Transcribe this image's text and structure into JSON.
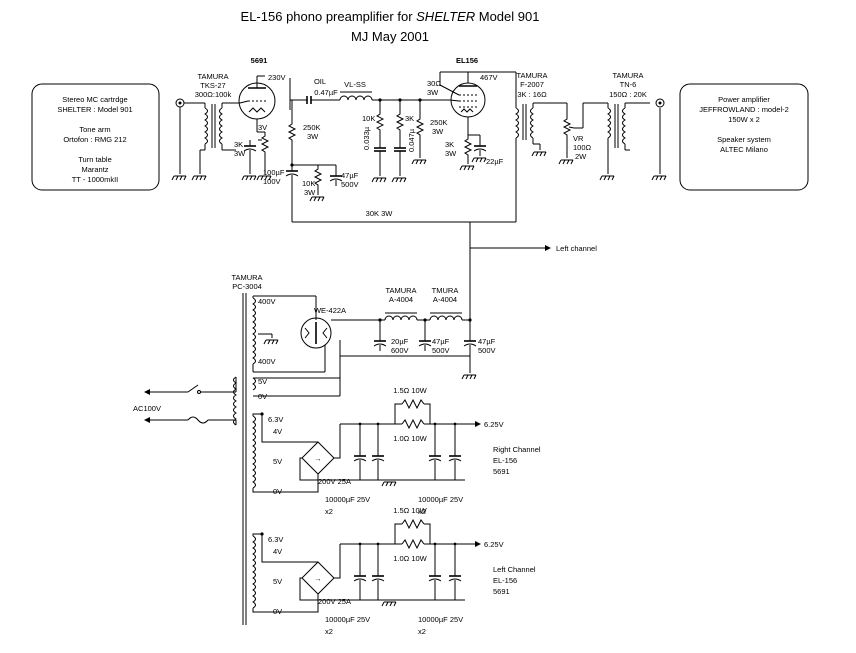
{
  "title": {
    "line1_prefix": "EL-156 phono preamplifier for ",
    "line1_brand": "SHELTER",
    "line1_suffix": " Model 901",
    "line2": "MJ May 2001"
  },
  "source_box": {
    "lines": [
      "Stereo MC cartrdge",
      "SHELTER : Model  901",
      "",
      "Tone arm",
      "Ortofon : RMG 212",
      "",
      "Turn table",
      "Marantz",
      "TT - 1000mkII"
    ]
  },
  "output_box": {
    "lines": [
      "Power amplifier",
      "JEFFROWLAND : model-2",
      "150W x 2",
      "",
      "Speaker system",
      "ALTEC Milano"
    ]
  },
  "amp": {
    "tube1": "5691",
    "tube2": "EL156",
    "t_in": [
      "TAMURA",
      "TKS-27",
      "300Ω:100k"
    ],
    "b230": "230V",
    "b467": "467V",
    "c_oil": [
      "OIL",
      "0.47µF"
    ],
    "vlss": "VL-SS",
    "r250k_1": [
      "250K",
      "3W"
    ],
    "r3k_1": [
      "3K",
      "3W"
    ],
    "v3": "3V",
    "c100": [
      "100µF",
      "100V"
    ],
    "r10k_3w": [
      "10K",
      "3W"
    ],
    "c47": [
      "47µF",
      "500V"
    ],
    "r10k": "10K",
    "r3k_mid": "3K",
    "c033": "0.033µ",
    "c047": "0.047µ",
    "r30": [
      "30Ω",
      "3W"
    ],
    "r250k_2": [
      "250K",
      "3W"
    ],
    "r3k_2": [
      "3K",
      "3W"
    ],
    "c22": "22µF",
    "r30k": "30K 3W",
    "t_out": [
      "TAMURA",
      "F-2007",
      "3K : 16Ω"
    ],
    "vr": [
      "VR",
      "100Ω",
      "2W"
    ],
    "t_step": [
      "TAMURA",
      "TN-6",
      "150Ω : 20K"
    ],
    "left_channel": "Left channel"
  },
  "psu": {
    "pt": [
      "TAMURA",
      "PC-3004"
    ],
    "v400a": "400V",
    "v400b": "400V",
    "v5": "5V",
    "v0": "0V",
    "rect": "WE-422A",
    "ch1": [
      "TAMURA",
      "A-4004"
    ],
    "ch2": [
      "TMURA",
      "A-4004"
    ],
    "c20": [
      "20µF",
      "600V"
    ],
    "c47a": [
      "47µF",
      "500V"
    ],
    "c47b": [
      "47µF",
      "500V"
    ],
    "ac": "AC100V"
  },
  "heater": [
    {
      "v63": "6.3V",
      "v4": "4V",
      "v5": "5V",
      "v0": "0V",
      "bridge": "200V 25A",
      "r_top": "1.5Ω  10W",
      "r_bot": "1.0Ω  10W",
      "vout": "6.25V",
      "cap1": "10000µF 25V",
      "cap2": "10000µF 25V",
      "x2a": "x2",
      "x2b": "x2",
      "note": [
        "Right Channel",
        "EL-156",
        "5691"
      ]
    },
    {
      "v63": "6.3V",
      "v4": "4V",
      "v5": "5V",
      "v0": "0V",
      "bridge": "200V 25A",
      "r_top": "1.5Ω  10W",
      "r_bot": "1.0Ω  10W",
      "vout": "6.25V",
      "cap1": "10000µF 25V",
      "cap2": "10000µF 25V",
      "x2a": "x2",
      "x2b": "x2",
      "note": [
        "Left Channel",
        "EL-156",
        "5691"
      ]
    }
  ]
}
